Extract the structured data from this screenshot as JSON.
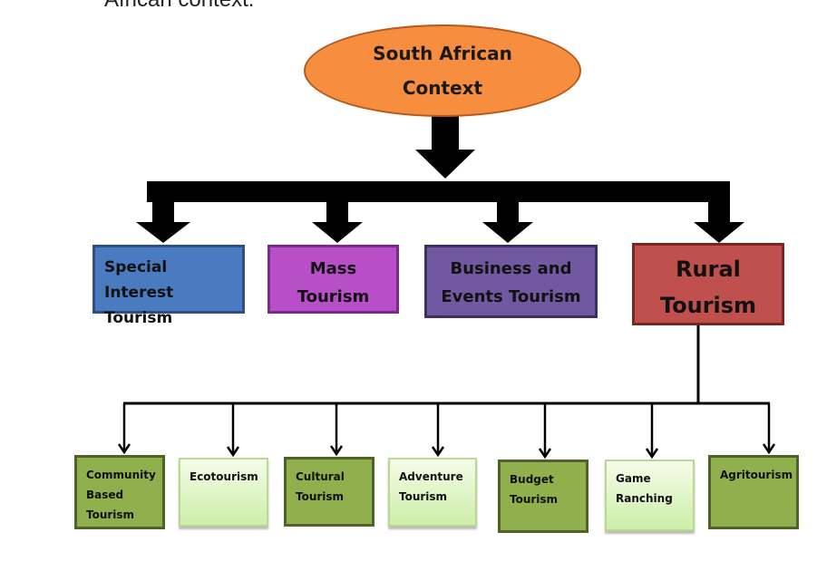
{
  "cut_text": "African context.",
  "root": {
    "line1": "South African",
    "line2": "Context"
  },
  "categories": [
    {
      "label": "Special Interest Tourism",
      "color": "#4a7ac0"
    },
    {
      "label": "Mass Tourism",
      "color": "#b84fc9"
    },
    {
      "label": "Business and Events Tourism",
      "color": "#7059a0"
    },
    {
      "label": "Rural Tourism",
      "color": "#c0504d"
    }
  ],
  "rural_subtypes": [
    {
      "label": "Community Based Tourism",
      "style": "dark"
    },
    {
      "label": "Ecotourism",
      "style": "light"
    },
    {
      "label": "Cultural Tourism",
      "style": "dark"
    },
    {
      "label": "Adventure Tourism",
      "style": "light"
    },
    {
      "label": "Budget Tourism",
      "style": "dark"
    },
    {
      "label": "Game Ranching",
      "style": "light"
    },
    {
      "label": "Agritourism",
      "style": "dark"
    }
  ]
}
